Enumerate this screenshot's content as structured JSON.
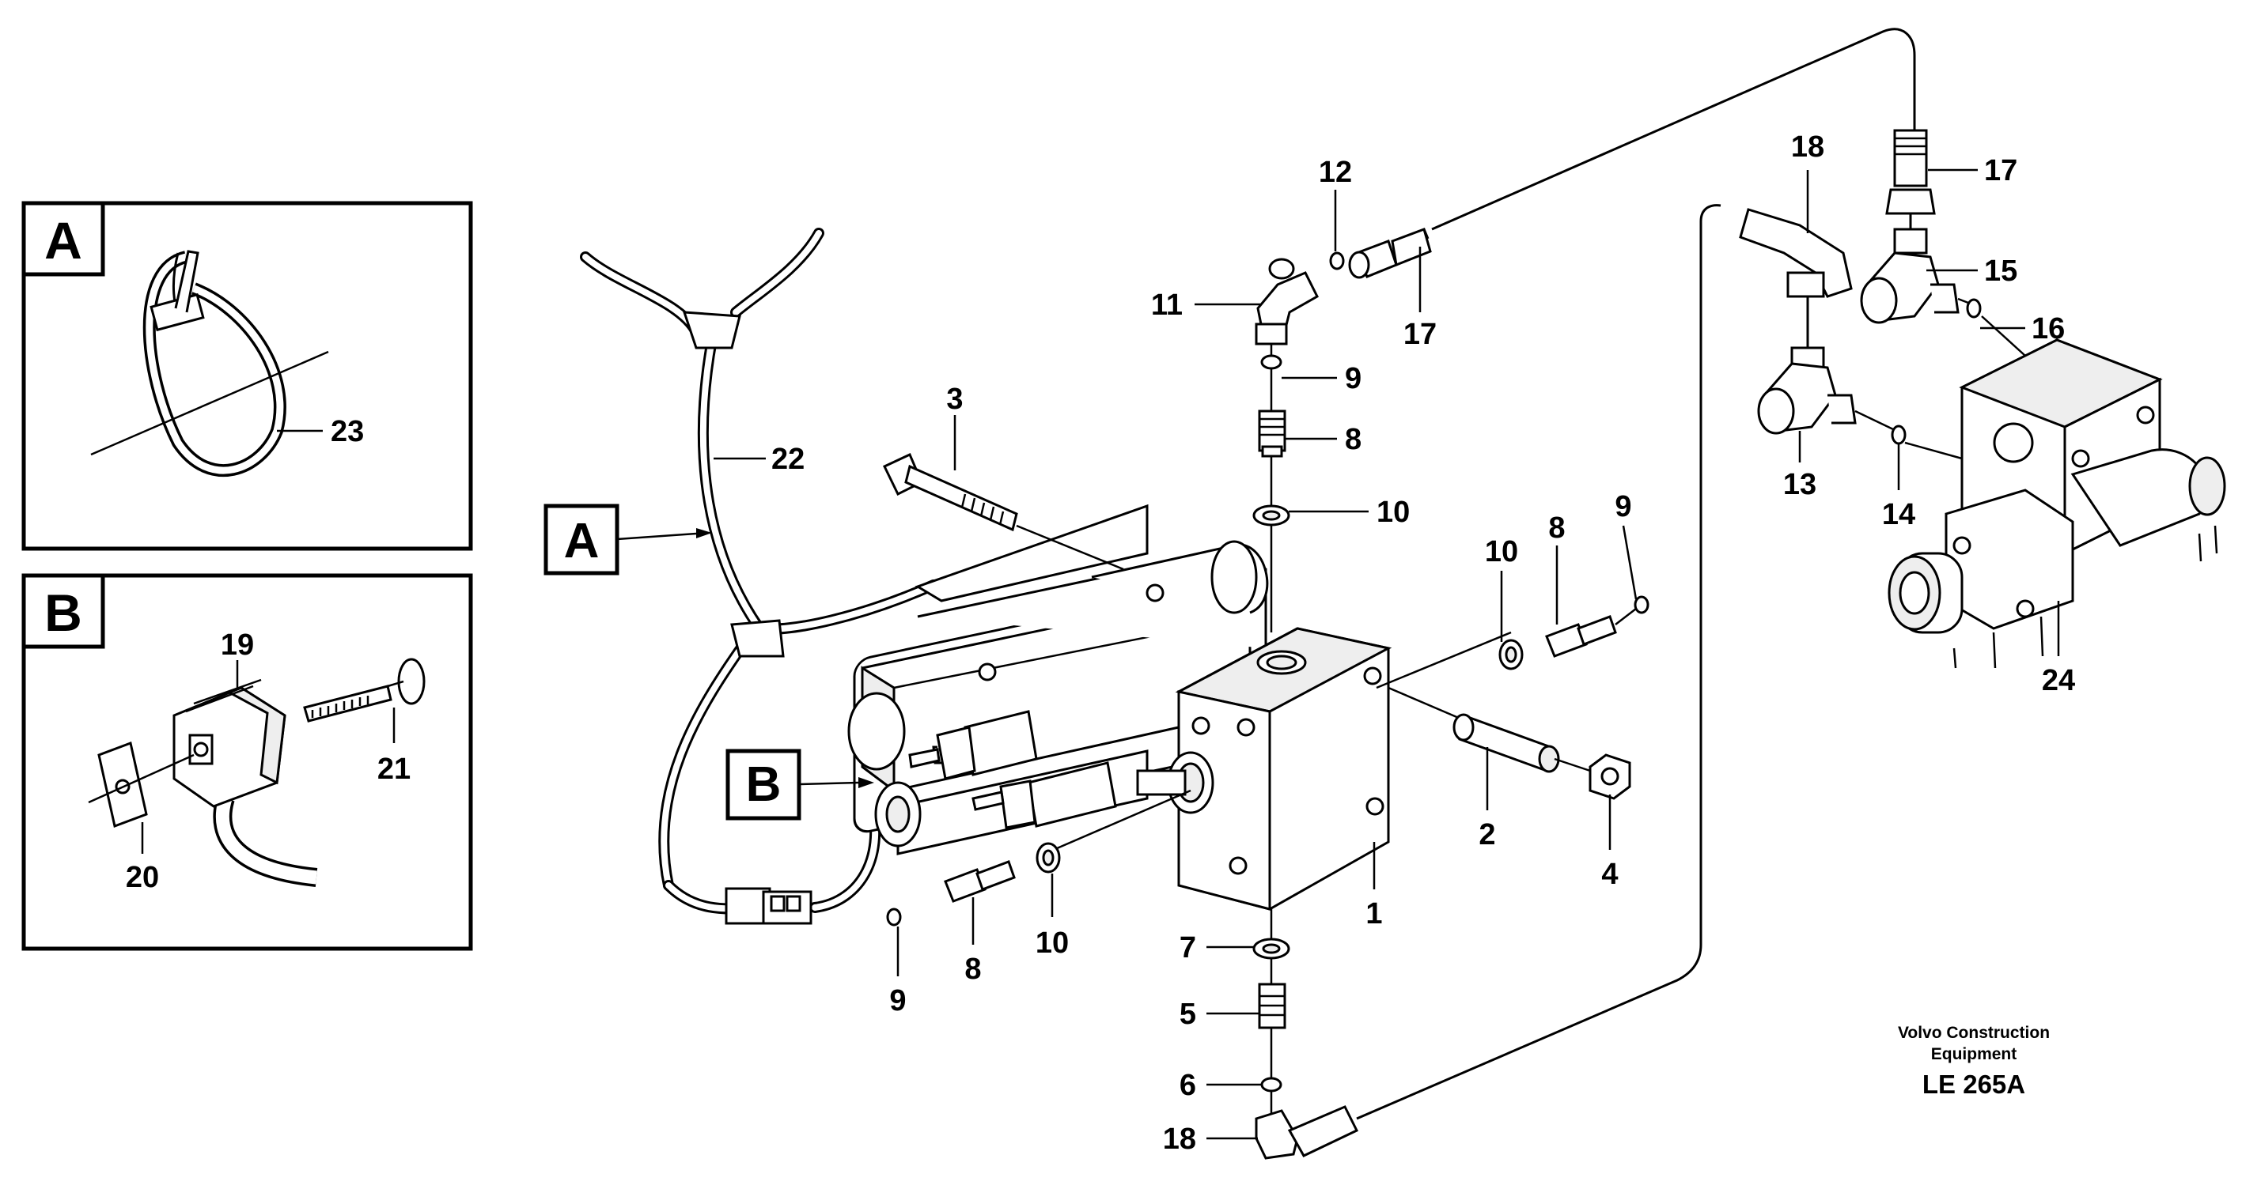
{
  "insets": {
    "a": {
      "letter": "A",
      "labels": {
        "tie": "23"
      }
    },
    "b": {
      "letter": "B",
      "labels": {
        "connector": "19",
        "screw": "21",
        "gasket": "20"
      }
    }
  },
  "callouts": {
    "a": "A",
    "b": "B"
  },
  "labels": {
    "l1": "1",
    "l2": "2",
    "l3": "3",
    "l4": "4",
    "l5": "5",
    "l6": "6",
    "l7": "7",
    "l8_top": "8",
    "l8_right": "8",
    "l8_bottom": "8",
    "l9_top": "9",
    "l9_right": "9",
    "l9_bottom": "9",
    "l10_top": "10",
    "l10_right": "10",
    "l10_bottom": "10",
    "l11": "11",
    "l12": "12",
    "l13": "13",
    "l14": "14",
    "l15": "15",
    "l16": "16",
    "l17_top": "17",
    "l17_right": "17",
    "l18_top": "18",
    "l18_bottom": "18",
    "l22": "22",
    "l24": "24"
  },
  "footer": {
    "credit_line1": "Volvo Construction",
    "credit_line2": "Equipment",
    "doc_id": "LE 265A"
  }
}
